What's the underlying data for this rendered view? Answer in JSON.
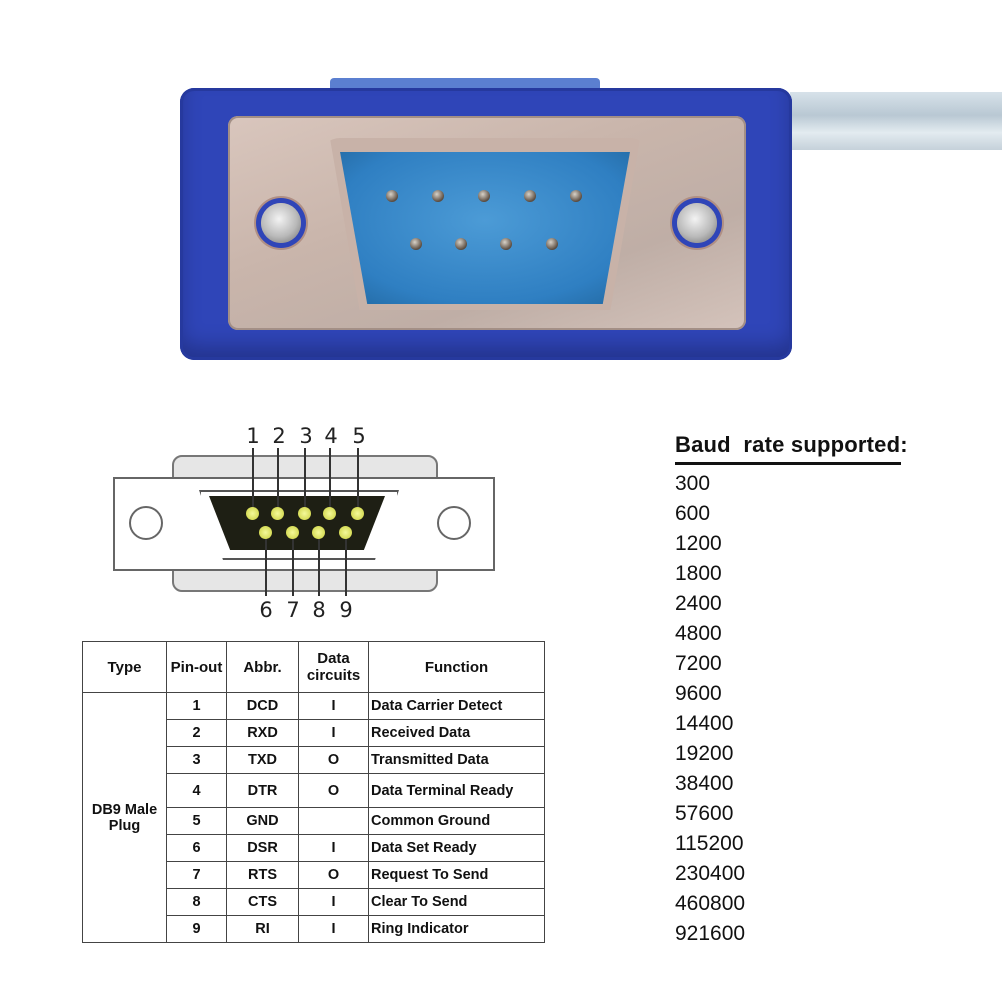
{
  "photo": {
    "description": "Blue DB9 male connector photo",
    "colors": {
      "housing": "#2f45b8",
      "shell": "#cdb9b0",
      "insert": "#2f7fc2"
    }
  },
  "diagram": {
    "top_pin_labels": [
      "1",
      "2",
      "3",
      "4",
      "5"
    ],
    "bottom_pin_labels": [
      "6",
      "7",
      "8",
      "9"
    ],
    "colors": {
      "pin": "#e4ea6a",
      "face": "#1e1f14"
    }
  },
  "pin_table": {
    "headers": {
      "type": "Type",
      "pinout": "Pin-out",
      "abbr": "Abbr.",
      "data_line1": "Data",
      "data_line2": "circuits",
      "function": "Function"
    },
    "type_label_line1": "DB9 Male",
    "type_label_line2": "Plug",
    "rows": [
      {
        "pin": "1",
        "abbr": "DCD",
        "dir": "I",
        "function": "Data Carrier Detect"
      },
      {
        "pin": "2",
        "abbr": "RXD",
        "dir": "I",
        "function": "Received Data"
      },
      {
        "pin": "3",
        "abbr": "TXD",
        "dir": "O",
        "function": "Transmitted Data"
      },
      {
        "pin": "4",
        "abbr": "DTR",
        "dir": "O",
        "function": "Data Terminal Ready"
      },
      {
        "pin": "5",
        "abbr": "GND",
        "dir": "",
        "function": "Common Ground"
      },
      {
        "pin": "6",
        "abbr": "DSR",
        "dir": "I",
        "function": "Data Set Ready"
      },
      {
        "pin": "7",
        "abbr": "RTS",
        "dir": "O",
        "function": "Request To Send"
      },
      {
        "pin": "8",
        "abbr": "CTS",
        "dir": "I",
        "function": "Clear To Send"
      },
      {
        "pin": "9",
        "abbr": "RI",
        "dir": "I",
        "function": "Ring Indicator"
      }
    ]
  },
  "baud": {
    "title": "Baud  rate supported:",
    "rates": [
      "300",
      "600",
      "1200",
      "1800",
      "2400",
      "4800",
      "7200",
      "9600",
      "14400",
      "19200",
      "38400",
      "57600",
      "115200",
      "230400",
      "460800",
      "921600"
    ]
  }
}
